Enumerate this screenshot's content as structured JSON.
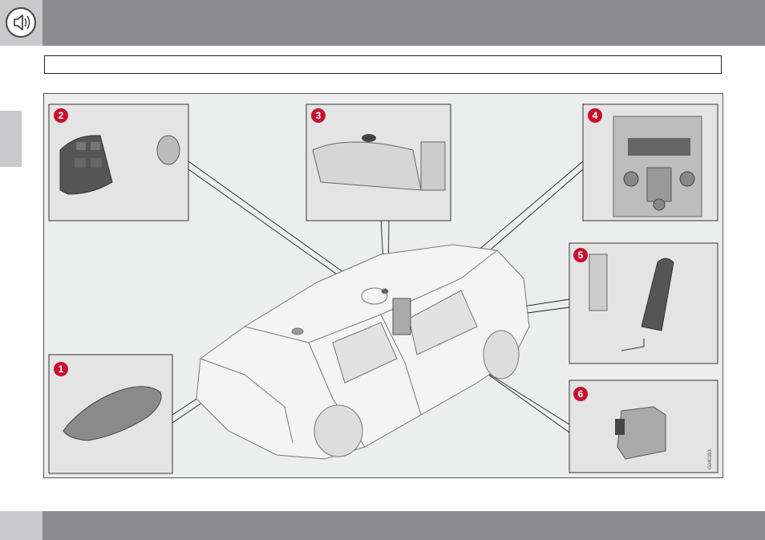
{
  "header": {
    "icon": "speaker-icon",
    "title": ""
  },
  "title_box": {
    "text": ""
  },
  "figure": {
    "callouts": [
      {
        "number": "1",
        "part": "antenna"
      },
      {
        "number": "2",
        "part": "steering-wheel-keypad"
      },
      {
        "number": "3",
        "part": "microphone"
      },
      {
        "number": "4",
        "part": "center-console-keypad"
      },
      {
        "number": "5",
        "part": "phone-holder"
      },
      {
        "number": "6",
        "part": "control-module"
      }
    ],
    "image_code": "G040393",
    "accent_color": "#c8102e"
  },
  "footer": {
    "page_number": ""
  }
}
